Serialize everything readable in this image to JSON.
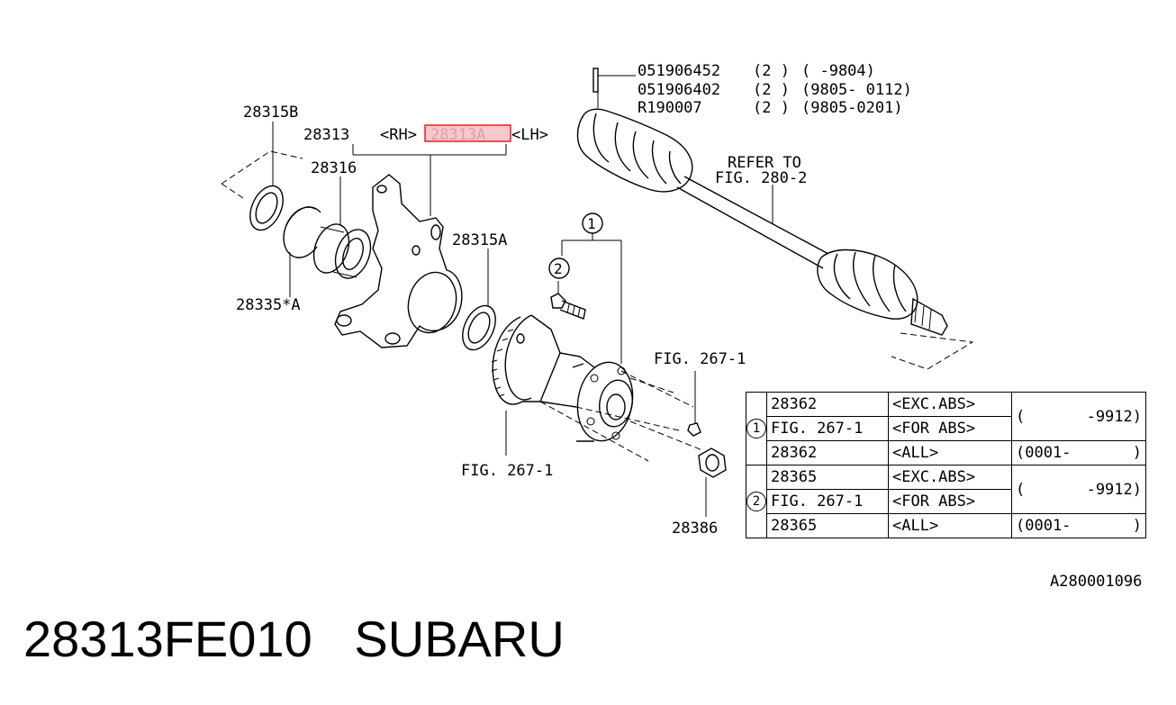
{
  "labels": {
    "p28315B": "28315B",
    "p28313": "28313",
    "rh": "<RH>",
    "p28313A": "28313A",
    "lh": "<LH>",
    "p28316": "28316",
    "p28315A": "28315A",
    "p28335A": "28335*A",
    "fig267_bottom": "FIG. 267-1",
    "fig267_right": "FIG. 267-1",
    "p28386": "28386",
    "refer_line1": "REFER TO",
    "refer_line2": "FIG. 280-2",
    "callout1": "1",
    "callout2": "2"
  },
  "axle_parts": [
    {
      "code": "051906452",
      "qty": "(2 )",
      "range": "(    -9804)"
    },
    {
      "code": "051906402",
      "qty": "(2 )",
      "range": "(9805- 0112)"
    },
    {
      "code": "R190007",
      "qty": "(2 )",
      "range": "(9805-0201)"
    }
  ],
  "callout_table": {
    "groups": [
      {
        "key": "1",
        "rows": [
          {
            "code": "28362",
            "condition": "<EXC.ABS>"
          },
          {
            "code": "FIG. 267-1",
            "condition": "<FOR ABS>"
          },
          {
            "code": "28362",
            "condition": "<ALL>"
          }
        ],
        "range_a_start": "(",
        "range_a_end": "-9912)",
        "range_b_start": "(0001-",
        "range_b_end": ")"
      },
      {
        "key": "2",
        "rows": [
          {
            "code": "28365",
            "condition": "<EXC.ABS>"
          },
          {
            "code": "FIG. 267-1",
            "condition": "<FOR ABS>"
          },
          {
            "code": "28365",
            "condition": "<ALL>"
          }
        ],
        "range_a_start": "(",
        "range_a_end": "-9912)",
        "range_b_start": "(0001-",
        "range_b_end": ")"
      }
    ]
  },
  "diagram_code": "A280001096",
  "footer": {
    "part_number": "28313FE010",
    "brand": "SUBARU"
  },
  "colors": {
    "highlight_fill": "#f7c8cc",
    "highlight_stroke": "#e0202a"
  }
}
